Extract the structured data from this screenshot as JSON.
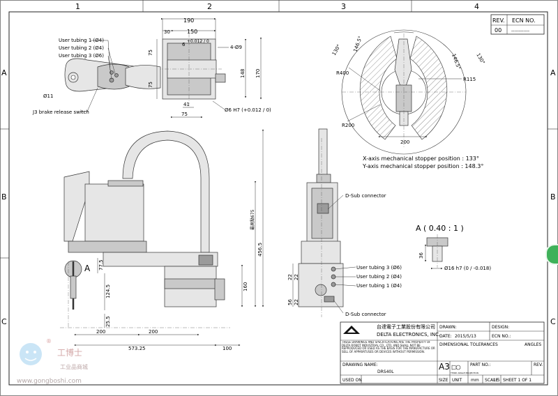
{
  "border": {
    "col_labels": [
      "1",
      "2",
      "3",
      "4"
    ],
    "row_labels": [
      "A",
      "B",
      "C"
    ]
  },
  "revision": {
    "rev_header": "REV.",
    "ecn_header": "ECN NO.",
    "rev_value": "00",
    "ecn_value": "------------"
  },
  "top_view": {
    "dim_190": "190",
    "dim_150": "150",
    "dim_30": "30",
    "dim_6": "6",
    "tol_6": "+0.012 / 0",
    "dim_75_top": "75",
    "dim_75_bottom": "75",
    "dim_148": "148",
    "dim_170": "170",
    "dim_41": "41",
    "dim_75_base": "75",
    "holes": "4-Ø9",
    "shaft": "Ø6 H7 (+0.012 / 0)",
    "tube1": "User tubing 1 (Ø4)",
    "tube2": "User tubing 2 (Ø4)",
    "tube3": "User tubing 3 (Ø6)",
    "dia11": "Ø11",
    "brake": "J3 brake release switch"
  },
  "workspace": {
    "r400": "R400",
    "r200": "R200",
    "r115": "R115",
    "a130l": "130°",
    "a1465l": "146.5°",
    "a1465r": "146.5°",
    "a130r": "130°",
    "dim200": "200",
    "note_x": "X-axis mechanical stopper position : 133°",
    "note_y": "Y-axis mechanical stopper position : 148.3°"
  },
  "side_view": {
    "label_a": "A",
    "h_stroke": "最高點675",
    "h_456": "456.5",
    "h_160": "160",
    "h_775": "77.5",
    "h_1245": "124.5",
    "h_255": "25.5",
    "w_200a": "200",
    "w_200b": "200",
    "w_57325": "573.25",
    "w_100": "100"
  },
  "rear_view": {
    "dsub_top": "D-Sub connector",
    "dsub_bottom": "D-Sub connector",
    "tube3": "User tubing 3 (Ø6)",
    "tube2": "User tubing 2 (Ø4)",
    "tube1": "User tubing 1 (Ø4)",
    "d22a": "22",
    "d22b": "22",
    "d56": "56",
    "d22c": "22"
  },
  "detail": {
    "title": "A ( 0.40 : 1 )",
    "dim36": "36",
    "shaft": "Ø16 h7 (0 / -0.018)"
  },
  "title_block": {
    "company_cn": "台達電子工業股份有限公司",
    "company_en": "DELTA ELECTRONICS, INC.",
    "drawn": "DRAWN:",
    "design": "DESIGN:",
    "date": "DATE:",
    "date_value": "2015/5/13",
    "ecn": "ECN NO.:",
    "dim_tol": "DIMENSIONAL TOLERANCES",
    "angles": "ANGLES",
    "notice": "THESE DRAWINGS AND SPECIFICATIONS ARE THE PROPERTY OF DELTA ROBOT INDUSTRIAL CO., LTD. AND SHALL NOT BE REPRODUCED OR USED AS THE BASIS FOR THE MANUFACTURE OR SELL OF APPARATUSES OR DEVICES WITHOUT PERMISSION.",
    "drawing_name_label": "DRAWING NAME:",
    "drawing_name": "DRS40L",
    "size_value": "A3",
    "size_label": "SIZE",
    "part_no": "PART NO.:",
    "rev": "REV.",
    "used_on": "USED ON",
    "unit_label": "UNIT",
    "unit_value": "mm",
    "scale_label": "SCALE",
    "scale_value": "1:5",
    "sheet": "SHEET 1 OF 1",
    "projection": "THIRD ANGLE PROJECTION"
  },
  "watermark": {
    "brand_cn": "工博士",
    "sub_cn": "工业品商城",
    "url": "www.gongboshi.com",
    "mark": "®"
  }
}
